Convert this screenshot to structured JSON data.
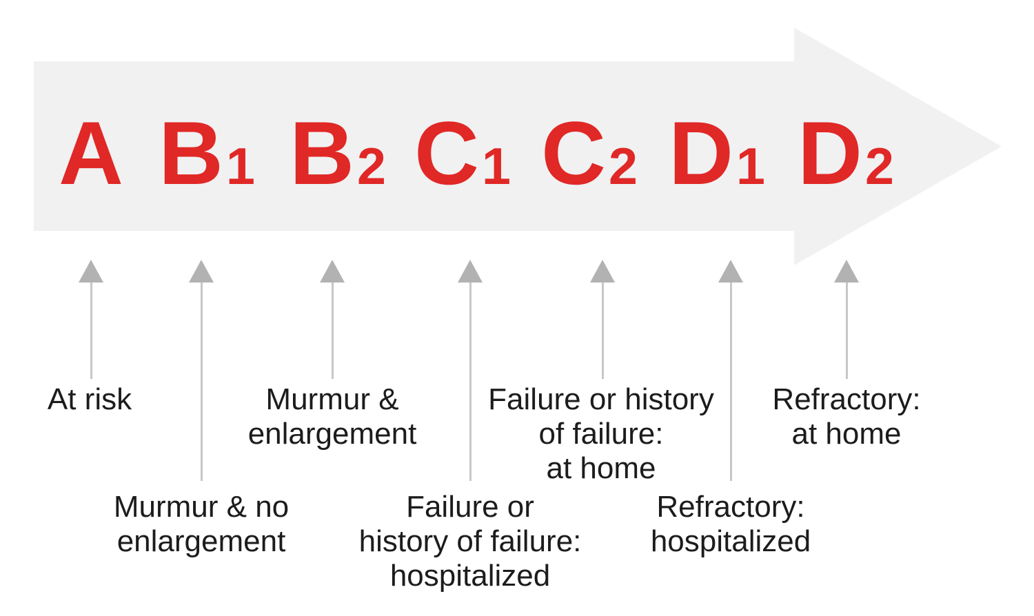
{
  "diagram": {
    "stages": [
      {
        "letter": "A",
        "subscript": "",
        "description": "At risk",
        "description_lines": [
          "At risk"
        ]
      },
      {
        "letter": "B",
        "subscript": "1",
        "description": "Murmur & no enlargement",
        "description_lines": [
          "Murmur & no",
          "enlargement"
        ]
      },
      {
        "letter": "B",
        "subscript": "2",
        "description": "Murmur & enlargement",
        "description_lines": [
          "Murmur &",
          "enlargement"
        ]
      },
      {
        "letter": "C",
        "subscript": "1",
        "description": "Failure or history of failure: hospitalized",
        "description_lines": [
          "Failure or",
          "history of failure:",
          "hospitalized"
        ]
      },
      {
        "letter": "C",
        "subscript": "2",
        "description": "Failure or history of failure: at home",
        "description_lines": [
          "Failure or history",
          "of failure:",
          "at home"
        ]
      },
      {
        "letter": "D",
        "subscript": "1",
        "description": "Refractory: hospitalized",
        "description_lines": [
          "Refractory:",
          "hospitalized"
        ]
      },
      {
        "letter": "D",
        "subscript": "2",
        "description": "Refractory: at home",
        "description_lines": [
          "Refractory:",
          "at home"
        ]
      }
    ],
    "colors": {
      "bg": "#ffffff",
      "red": "#e02826",
      "band": "#f1f1f2",
      "arrowhead": "#b2b2b2",
      "stem": "#c7c7c7",
      "text": "#1c1c1c"
    }
  }
}
